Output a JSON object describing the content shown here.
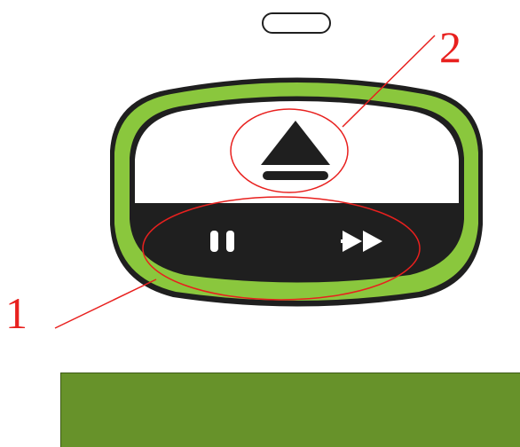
{
  "callouts": [
    {
      "label": "1",
      "target": "playback-controls"
    },
    {
      "label": "2",
      "target": "eject-button"
    }
  ],
  "icons": {
    "eject": "eject-icon",
    "pause": "pause-icon",
    "fast_forward": "fast-forward-icon"
  },
  "colors": {
    "device_body": "#8ac73d",
    "device_outline": "#1f1f1f",
    "display_fill": "#ffffff",
    "control_strip": "#1f1f1f",
    "annotation": "#e8201e",
    "green_bar": "#67922a"
  }
}
